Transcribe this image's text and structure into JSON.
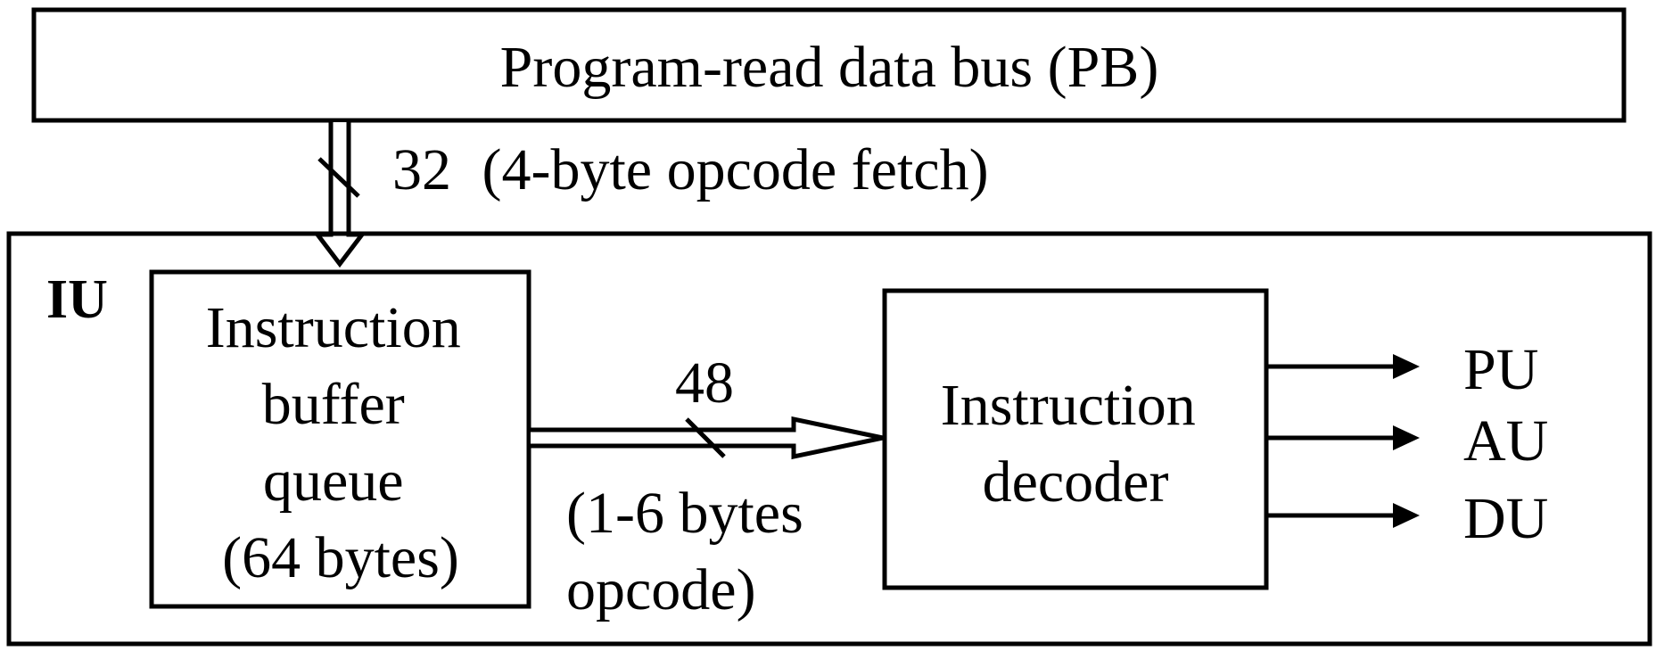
{
  "program_bus": {
    "label": "Program-read data bus (PB)"
  },
  "fetch_bus": {
    "width": "32",
    "description": "(4-byte opcode fetch)"
  },
  "iu": {
    "label": "IU"
  },
  "buffer": {
    "lines": [
      "Instruction",
      "buffer",
      "queue",
      "(64 bytes)"
    ]
  },
  "internal_bus": {
    "width": "48",
    "description_lines": [
      "(1-6 bytes",
      "opcode)"
    ]
  },
  "decoder": {
    "lines": [
      "Instruction",
      "decoder"
    ]
  },
  "outputs": [
    "PU",
    "AU",
    "DU"
  ],
  "colors": {
    "stroke": "#000000",
    "background": "#ffffff"
  }
}
